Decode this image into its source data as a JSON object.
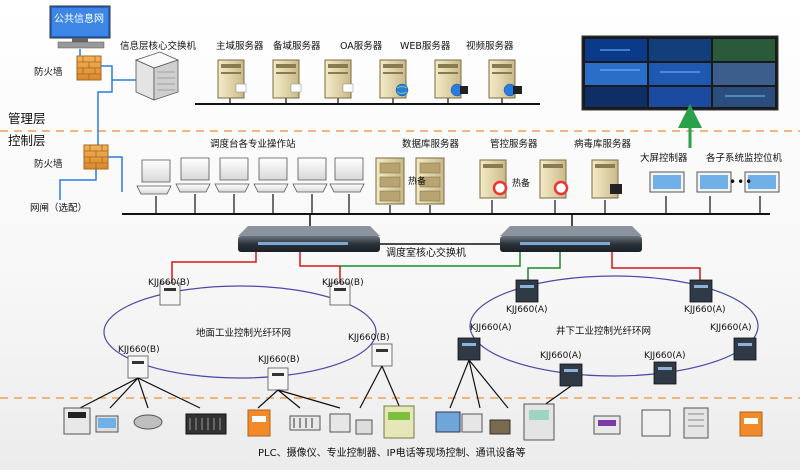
{
  "layers": {
    "management": "管理层",
    "control": "控制层"
  },
  "top_left": {
    "public_screen": "公共信息网",
    "firewall_top": "防火墙",
    "firewall_mid": "防火墙",
    "gateway": "网闸（选配）"
  },
  "servers_top": {
    "core_switch": "信息层核心交换机",
    "domain": "主域服务器",
    "backup": "备域服务器",
    "oa": "OA服务器",
    "web": "WEB服务器",
    "video": "视频服务器"
  },
  "control": {
    "operator": "调度台各专业操作站",
    "db": "数据库服务器",
    "monitor": "管控服务器",
    "antivirus": "病毒库服务器",
    "hot1": "热备",
    "hot2": "热备",
    "bigscreen": "大屏控制器",
    "subsys": "各子系统监控位机",
    "dots": "•••"
  },
  "switch": {
    "label": "调度室核心交换机"
  },
  "ring_left": {
    "label": "地面工业控制光纤环网",
    "n1": "KJJ660(B)",
    "n2": "KJJ660(B)",
    "n3": "KJJ660(B)",
    "n4": "KJJ660(B)",
    "n5": "KJJ660(B)"
  },
  "ring_right": {
    "label": "井下工业控制光纤环网",
    "n1": "KJJ660(A)",
    "n2": "KJJ660(A)",
    "n3": "KJJ660(A)",
    "n4": "KJJ660(A)",
    "n5": "KJJ660(A)",
    "n6": "KJJ660(A)"
  },
  "bottom": {
    "caption": "PLC、摄像仪、专业控制器、IP电话等现场控制、通讯设备等"
  },
  "colors": {
    "divider": "#f0a050",
    "red_link": "#d21a1a",
    "green_link": "#1a8a2a",
    "arrow": "#2aa04a",
    "net_line": "#111111"
  }
}
